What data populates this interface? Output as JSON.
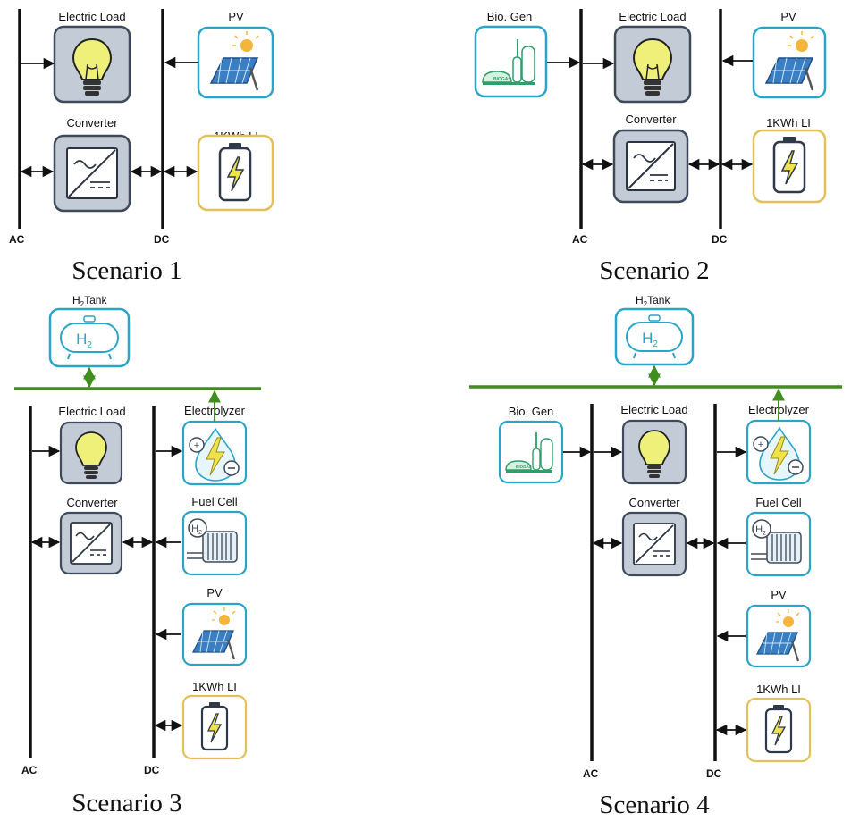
{
  "colors": {
    "bus": "#111111",
    "hydrogen": "#3f8e1e",
    "tile_blue": "#2aa4c8",
    "tile_gold": "#e2c05a",
    "tile_slate": "#3e4a5a",
    "tile_gray_fill": "#c3ccd6",
    "bulb": "#eef07a",
    "gen_green": "#2f9f6a"
  },
  "labels": {
    "ac": "AC",
    "dc": "DC",
    "electric_load": "Electric Load",
    "pv": "PV",
    "converter": "Converter",
    "battery": "1KWh LI",
    "bio_gen": "Bio. Gen",
    "h2_tank_h": "H",
    "h2_tank_sub": "2",
    "h2_tank_word": "Tank",
    "electrolyzer": "Electrolyzer",
    "fuel_cell": "Fuel Cell",
    "h2_symbol": "H",
    "h2_symbol_sub": "2",
    "biogas_text": "BIOGAS"
  },
  "scenarios": [
    {
      "title": "Scenario 1"
    },
    {
      "title": "Scenario 2"
    },
    {
      "title": "Scenario 3"
    },
    {
      "title": "Scenario 4"
    }
  ]
}
